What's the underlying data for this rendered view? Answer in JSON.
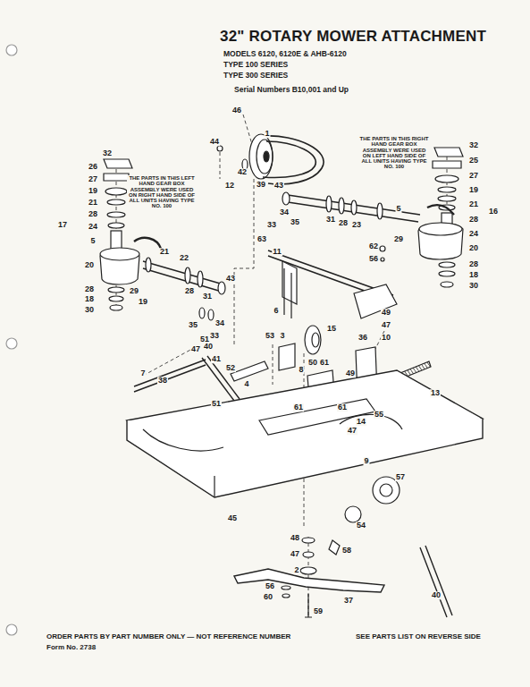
{
  "diagram": {
    "title": "32\" ROTARY MOWER ATTACHMENT",
    "labels": [
      "MODELS 6120, 6120E & AHB-6120",
      "TYPE 100 SERIES",
      "TYPE 300 SERIES",
      "Serial Numbers B10,001 and Up",
      "THE PARTS IN THIS RIGHT HAND GEAR BOX ASSEMBLY WERE USED ON LEFT HAND SIDE OF ALL UNITS HAVING TYPE NO. 100",
      "THE PARTS IN THIS LEFT HAND GEAR BOX ASSEMBLY WERE USED ON RIGHT HAND SIDE OF ALL UNITS HAVING TYPE NO. 100",
      "ORDER PARTS BY PART NUMBER ONLY — NOT REFERENCE NUMBER",
      "Form No. 2738",
      "SEE PARTS LIST ON REVERSE SIDE",
      "46",
      "1",
      "44",
      "42",
      "39",
      "12",
      "32",
      "25",
      "27",
      "19",
      "21",
      "28",
      "24",
      "16",
      "43",
      "34",
      "35",
      "33",
      "31",
      "28",
      "23",
      "5",
      "20",
      "29",
      "62",
      "56",
      "28",
      "18",
      "30",
      "26",
      "27",
      "19",
      "21",
      "28",
      "24",
      "17",
      "32",
      "5",
      "20",
      "28",
      "18",
      "30",
      "29",
      "19",
      "21",
      "22",
      "28",
      "31",
      "43",
      "35",
      "34",
      "33",
      "63",
      "11",
      "6",
      "15",
      "49",
      "47",
      "10",
      "36",
      "53",
      "3",
      "8",
      "50",
      "61",
      "49",
      "13",
      "14",
      "61",
      "47",
      "55",
      "9",
      "51",
      "47",
      "40",
      "41",
      "52",
      "4",
      "7",
      "38",
      "51",
      "61",
      "45",
      "57",
      "54",
      "48",
      "58",
      "47",
      "2",
      "37",
      "40",
      "56",
      "60",
      "59"
    ]
  }
}
